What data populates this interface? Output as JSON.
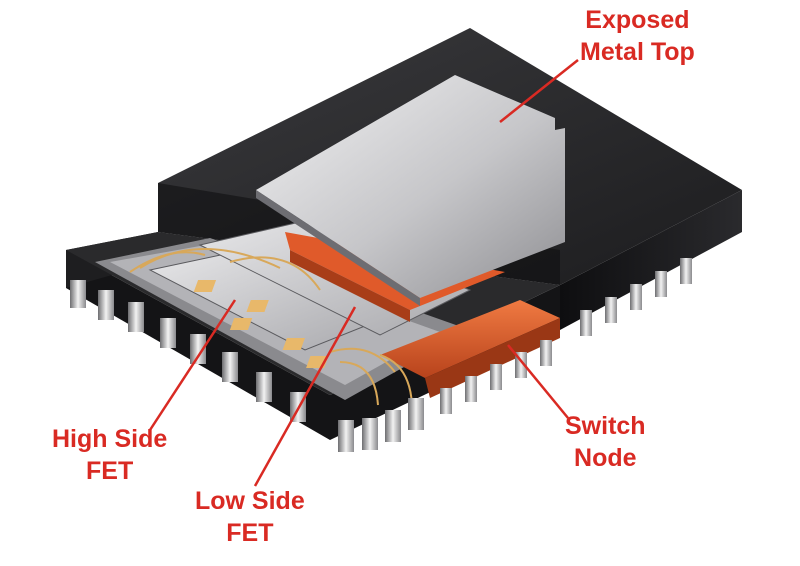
{
  "colors": {
    "label": "#d92a23",
    "mold_body": "#1a1a1c",
    "metal_top": "#c9c9cc",
    "copper": "#e0602d",
    "gold_wire": "#d8a85a",
    "lead_frame": "#9a9a9e"
  },
  "labels": {
    "exposed_metal_top": [
      "Exposed",
      "Metal Top"
    ],
    "switch_node": [
      "Switch",
      "Node"
    ],
    "high_side_fet": [
      "High Side",
      "FET"
    ],
    "low_side_fet": [
      "Low Side",
      "FET"
    ]
  }
}
